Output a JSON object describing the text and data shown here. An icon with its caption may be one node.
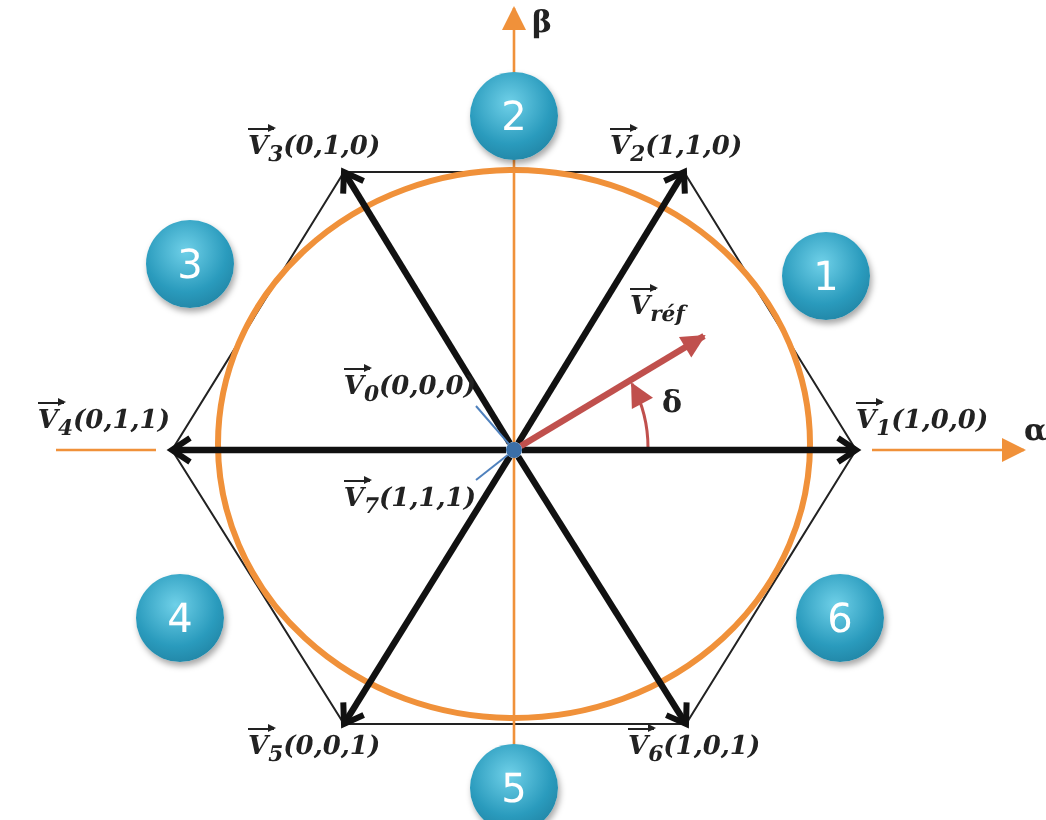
{
  "diagram": {
    "nodes": [
      {
        "text": [],
        "shape": "circle"
      },
      {
        "text": [
          "V$_{1}$(1,0,0)"
        ]
      },
      {
        "text": [
          "V$_{2}$(1,1,0)"
        ]
      },
      {
        "text": [
          "V$_{3}$(0,1,0)"
        ]
      },
      {
        "text": [
          "V$_{4}$(0,1,1)"
        ]
      },
      {
        "text": [
          "V$_{5}$(0,0,1)"
        ]
      },
      {
        "text": [
          "V$_{6}$(1,0,1)"
        ]
      },
      {
        "text": [
          "V$_{0}$(0,0,0)"
        ]
      },
      {
        "text": [
          "V$_{7}$(1,1,1)"
        ]
      },
      {
        "text": [
          "V$_{réf}$"
        ]
      },
      {
        "text": [
          "2"
        ]
      },
      {
        "text": [
          "3"
        ]
      },
      {
        "text": [
          "1"
        ]
      },
      {
        "text": [
          "4"
        ]
      },
      {
        "text": [
          "6"
        ]
      },
      {
        "text": [
          "5"
        ]
      }
    ],
    "edges": [
      {
        "from": 0,
        "to": 1,
        "arrow": "to"
      },
      {
        "from": 0,
        "to": 2,
        "arrow": "to"
      },
      {
        "from": 0,
        "to": 3,
        "arrow": "to"
      },
      {
        "from": 0,
        "to": 4,
        "arrow": "to"
      },
      {
        "from": 0,
        "to": 5,
        "arrow": "to"
      },
      {
        "from": 0,
        "to": 6,
        "arrow": "to"
      },
      {
        "from": 7,
        "to": 0,
        "arrow": "none",
        "color": "#4f81bd"
      },
      {
        "from": 8,
        "to": 0,
        "arrow": "none",
        "color": "#4f81bd"
      },
      {
        "from": 0,
        "to": 9,
        "arrow": "to",
        "color": "#c0504d"
      }
    ],
    "labels": [
      "β",
      "δ",
      "α"
    ]
  }
}
